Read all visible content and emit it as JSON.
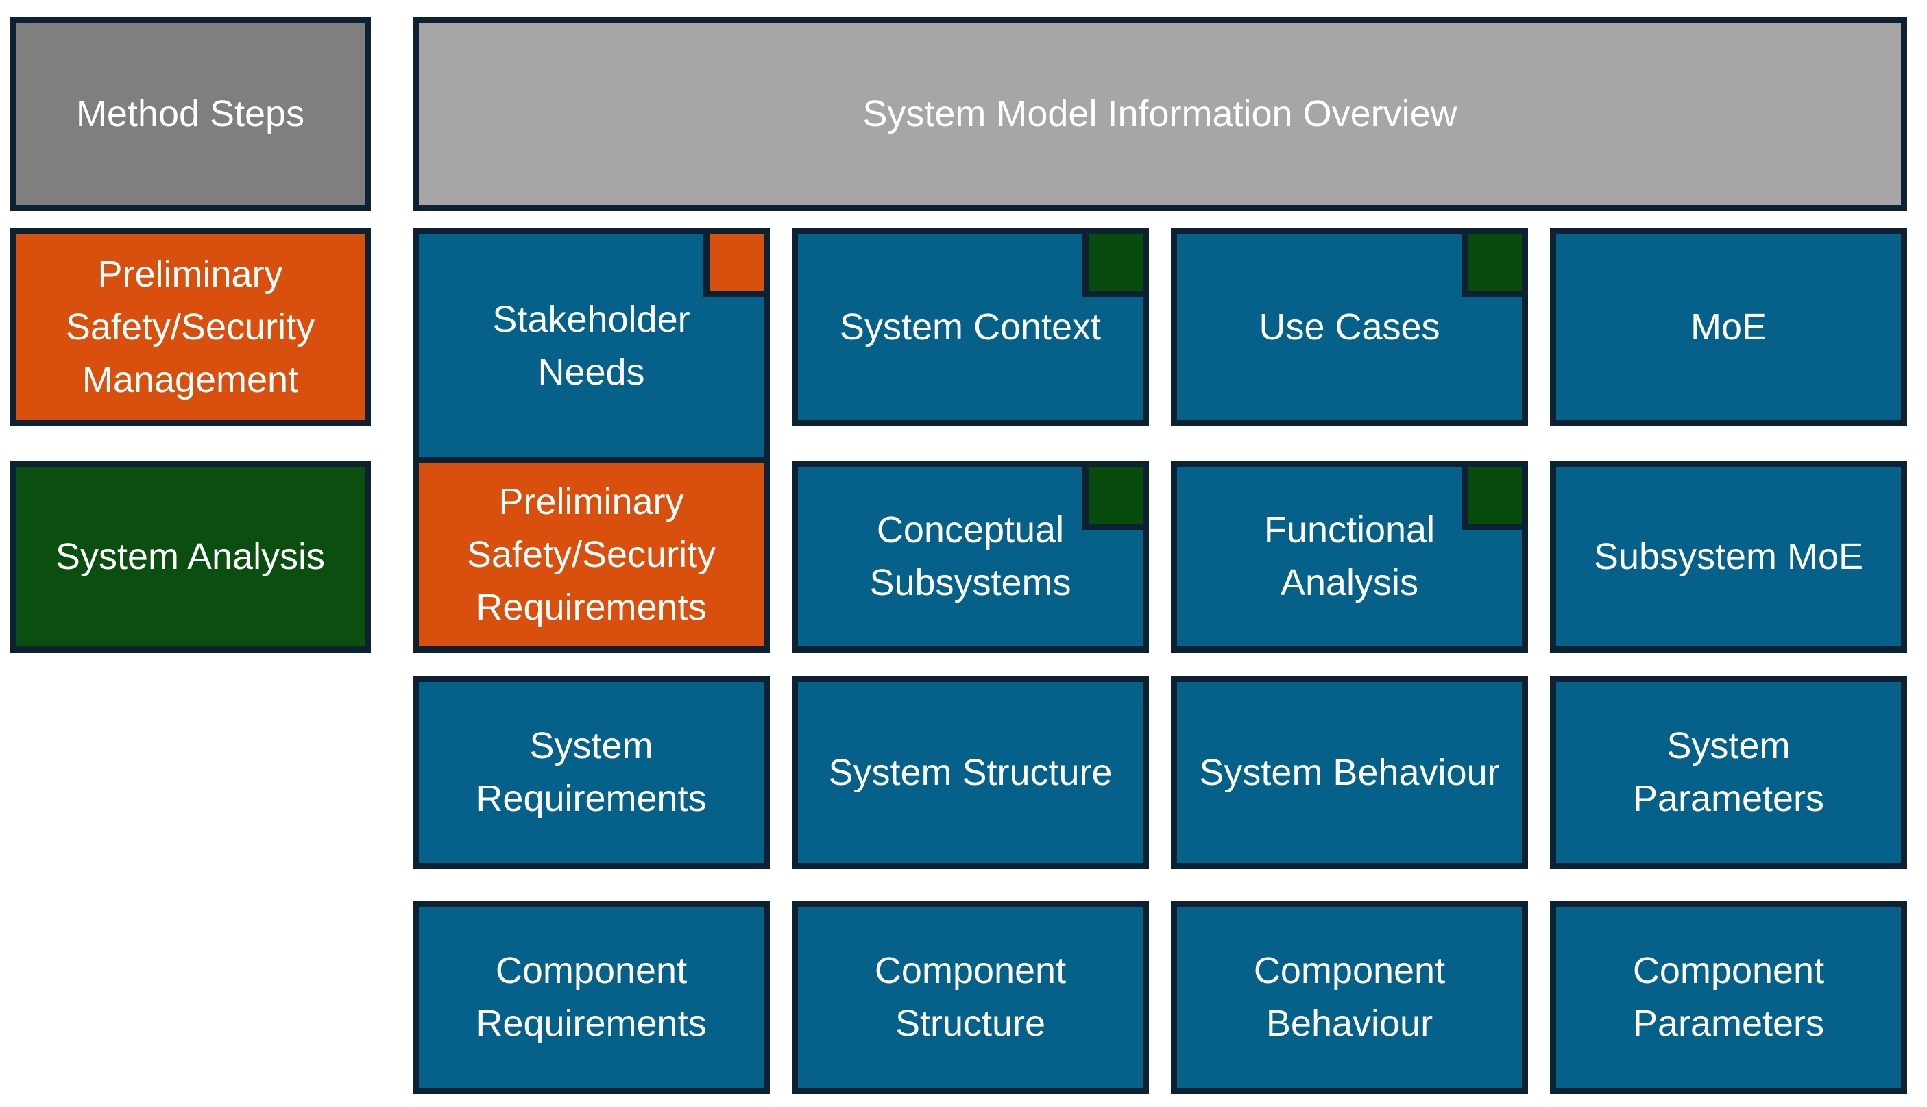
{
  "palette": {
    "border": "#0C2233",
    "blue": "#05608A",
    "orange": "#D9500E",
    "green": "#0B4F10",
    "tag_green": "#074B0D",
    "gray": "#7F7F7F",
    "light_gray": "#A6A6A6",
    "text": "#FFFFFF",
    "background": "#FFFFFF"
  },
  "sidebar": {
    "title": "Method Steps",
    "items": [
      {
        "label": "Preliminary\nSafety/Security\nManagement"
      },
      {
        "label": "System Analysis"
      }
    ]
  },
  "overview": {
    "title": "System Model Information Overview",
    "rows": [
      {
        "cells": [
          {
            "label": "Stakeholder\nNeeds",
            "tag": "orange"
          },
          {
            "label": "System Context",
            "tag": "green"
          },
          {
            "label": "Use Cases",
            "tag": "green"
          },
          {
            "label": "MoE"
          }
        ]
      },
      {
        "cells": [
          {
            "label": "Preliminary\nSafety/Security\nRequirements",
            "fill": "orange"
          },
          {
            "label": "Conceptual\nSubsystems",
            "tag": "green"
          },
          {
            "label": "Functional\nAnalysis",
            "tag": "green"
          },
          {
            "label": "Subsystem MoE"
          }
        ]
      },
      {
        "cells": [
          {
            "label": "System\nRequirements"
          },
          {
            "label": "System Structure"
          },
          {
            "label": "System Behaviour"
          },
          {
            "label": "System\nParameters"
          }
        ]
      },
      {
        "cells": [
          {
            "label": "Component\nRequirements"
          },
          {
            "label": "Component\nStructure"
          },
          {
            "label": "Component\nBehaviour"
          },
          {
            "label": "Component\nParameters"
          }
        ]
      }
    ]
  }
}
